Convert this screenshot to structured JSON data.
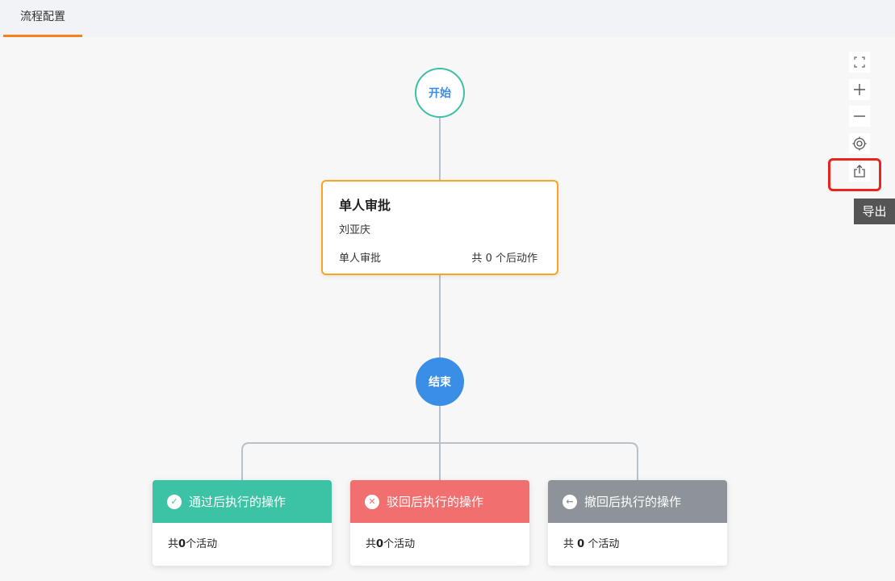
{
  "tabs": {
    "active_label": "流程配置"
  },
  "flow": {
    "start_label": "开始",
    "end_label": "结束",
    "approval_node": {
      "title": "单人审批",
      "approver": "刘亚庆",
      "type_label": "单人审批",
      "actions_prefix": "共",
      "actions_count": "0",
      "actions_suffix": "个后动作"
    },
    "outcome_cards": {
      "pass": {
        "title": "通过后执行的操作",
        "prefix": "共",
        "count": "0",
        "suffix": "个活动"
      },
      "reject": {
        "title": "驳回后执行的操作",
        "prefix": "共",
        "count": "0",
        "suffix": "个活动"
      },
      "revoke": {
        "title": "撤回后执行的操作",
        "prefix": "共",
        "count": "0",
        "suffix": "个活动"
      }
    }
  },
  "toolbar": {
    "tools": [
      "fullscreen-icon",
      "zoom-in-icon",
      "zoom-out-icon",
      "locate-icon",
      "export-icon"
    ],
    "tooltip": "导出"
  },
  "colors": {
    "tab_accent": "#f5821f",
    "start_border": "#3cbfa6",
    "end_fill": "#3a8ee6",
    "approval_border": "#f5a623",
    "pass": "#3cc3a6",
    "reject": "#f26f6f",
    "revoke": "#8e9399",
    "highlight": "#e8261d"
  }
}
